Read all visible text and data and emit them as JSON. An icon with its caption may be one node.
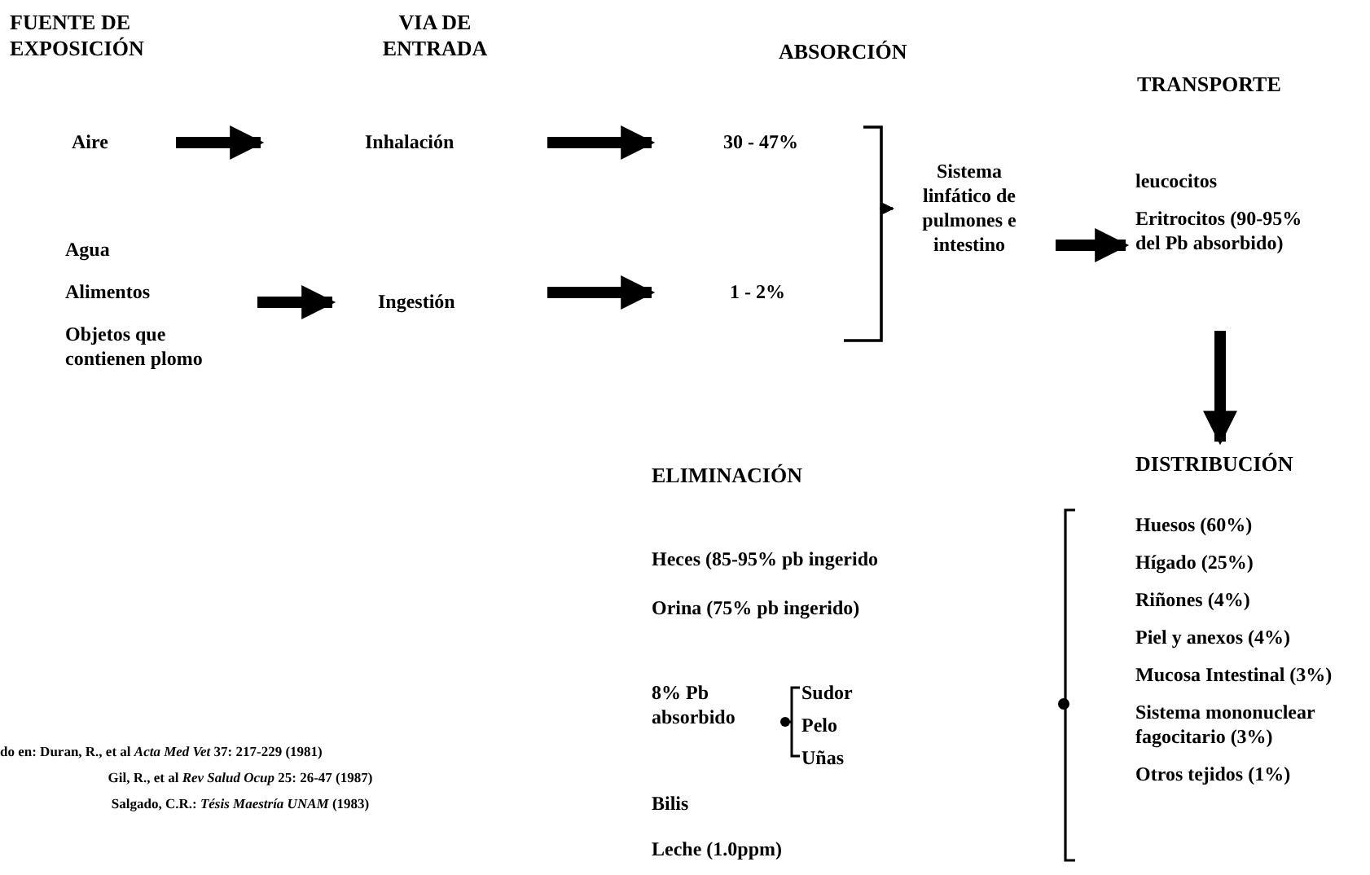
{
  "diagram": {
    "nodes": [
      {
        "text": [
          "Aire"
        ]
      },
      {
        "text": [
          "Inhalación"
        ]
      },
      {
        "text": [
          "30 - 47%"
        ]
      },
      {
        "text": [
          "Agua",
          "Alimentos",
          "Objetos que contienen plomo"
        ]
      },
      {
        "text": [
          "Ingestión"
        ]
      },
      {
        "text": [
          "1 - 2%"
        ]
      },
      {
        "text": [
          "Sistema linfático de pulmones e intestino"
        ]
      },
      {
        "text": [
          "leucocitos",
          "Eritrocitos (90-95% del Pb absorbido)"
        ]
      },
      {
        "text": [
          "DISTRIBUCIÓN",
          "Huesos (60%)",
          "Hígado (25%)",
          "Riñones (4%)",
          "Piel y anexos (4%)",
          "Mucosa Intestinal (3%)",
          "Sistema mononuclear fagocitario (3%)",
          "Otros tejidos (1%)"
        ]
      }
    ],
    "edges": [
      {
        "from": 0,
        "to": 1,
        "arrow": "to"
      },
      {
        "from": 3,
        "to": 4,
        "arrow": "to"
      },
      {
        "from": 1,
        "to": 2,
        "arrow": "to"
      },
      {
        "from": 4,
        "to": 5,
        "arrow": "to"
      },
      {
        "from": 2,
        "to": 6,
        "arrow": "to"
      },
      {
        "from": 5,
        "to": 6,
        "arrow": "to"
      },
      {
        "from": 6,
        "to": 7,
        "arrow": "to"
      },
      {
        "from": 7,
        "to": 8,
        "arrow": "to"
      }
    ],
    "labels": [
      "FUENTE DE EXPOSICIÓN",
      "VIA DE ENTRADA",
      "ABSORCIÓN",
      "TRANSPORTE",
      "ELIMINACIÓN",
      "Heces (85-95% pb ingerido",
      "Orina (75% pb ingerido)",
      "8% Pb absorbido",
      "Sudor",
      "Pelo",
      "Uñas",
      "Bilis",
      "Leche (1.0ppm)",
      "do en: Duran, R., et al *Acta Med Vet* 37: 217-229 (1981)",
      "Gil, R., et al *Rev Salud Ocup* 25: 26-47 (1987)",
      "Salgado, C.R.: *Tésis Maestría UNAM* (1983)"
    ]
  }
}
